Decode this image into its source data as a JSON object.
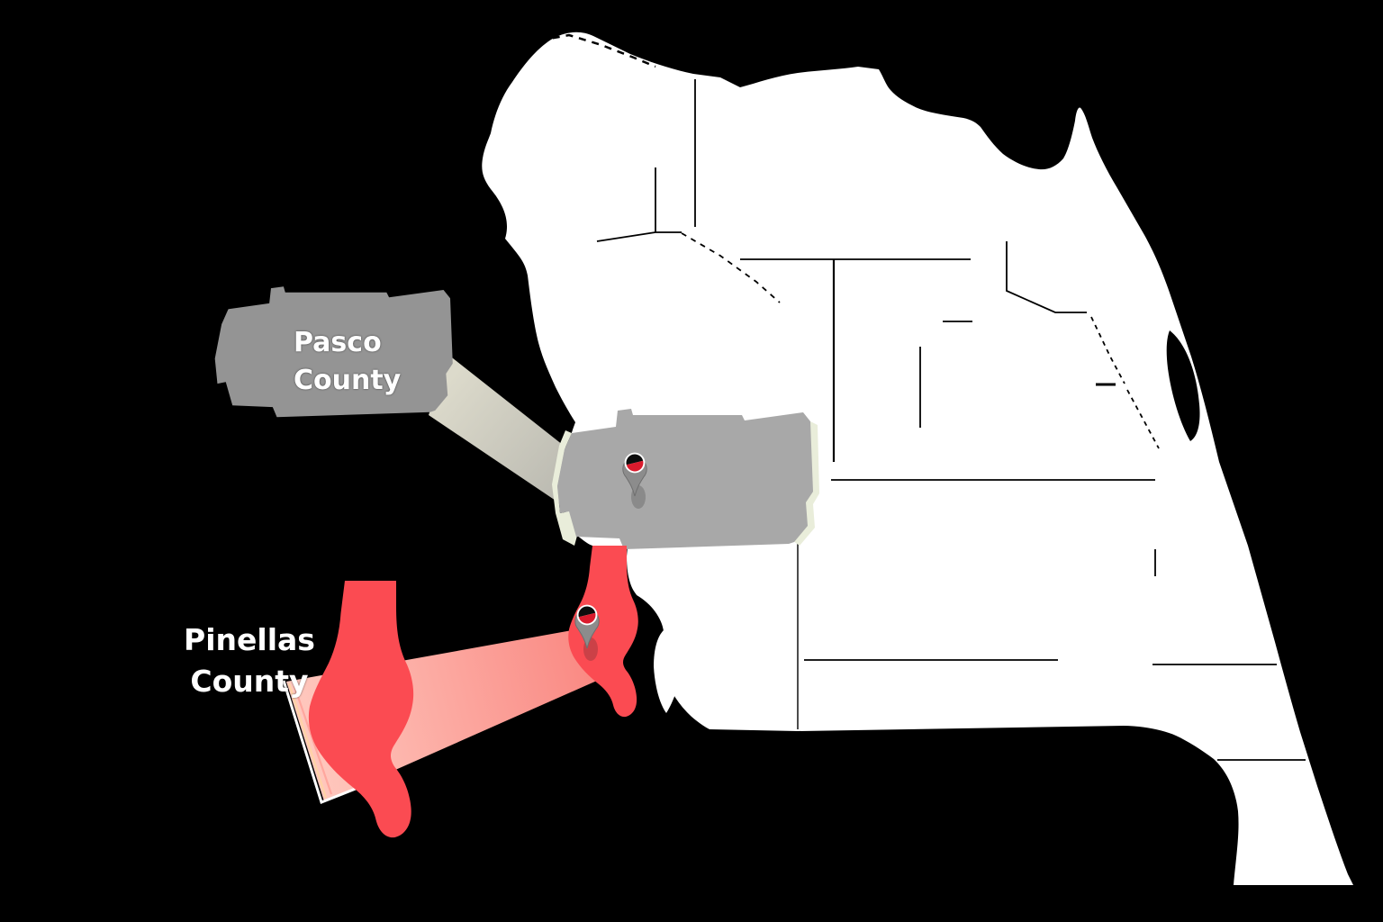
{
  "map": {
    "background_color": "#000000",
    "land_color": "#ffffff",
    "boundary_color": "#000000",
    "coast_sliver_color": "#e9edda",
    "regions": [
      {
        "id": "pasco",
        "name": "Pasco County",
        "label_line1": "Pasco",
        "label_line2": "County",
        "label_color": "#ffffff",
        "callout_color": "#949494",
        "map_color": "#a8a8a8",
        "beam_start_color": "#dcdacb",
        "beam_end_color": "#bcbbb2"
      },
      {
        "id": "pinellas",
        "name": "Pinellas County",
        "label_line1": "Pinellas",
        "label_line2": "County",
        "label_color": "#ffffff",
        "callout_color": "#fb4b52",
        "map_color": "#fb4b52",
        "beam_start_color": "#ffc9bf",
        "beam_end_color": "#f98680",
        "beam_edge_stripe_colors": [
          "#ffffff",
          "#ffd3a6",
          "#ffa79e"
        ]
      }
    ],
    "pins": [
      {
        "id": "pasco-pin",
        "body_color": "#8c8c8c",
        "ring_color": "#ffffff",
        "top_half_color": "#0d0d0d",
        "bottom_half_color": "#da1b2d"
      },
      {
        "id": "pinellas-pin",
        "body_color": "#8c8c8c",
        "ring_color": "#ffffff",
        "top_half_color": "#0d0d0d",
        "bottom_half_color": "#da1b2d"
      }
    ]
  }
}
